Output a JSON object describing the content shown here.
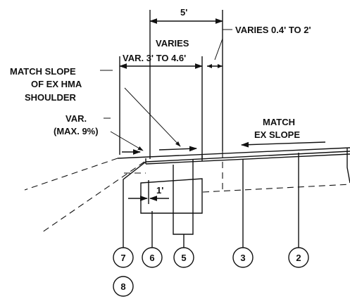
{
  "dimensions": {
    "top_width": "5'",
    "varies_label": "VARIES",
    "var_range": "VAR. 3' TO 4.6'",
    "edge_range": "VARIES 0.4' TO 2'",
    "offset": "1'"
  },
  "notes": {
    "match_slope": [
      "MATCH SLOPE",
      "OF EX HMA",
      "SHOULDER"
    ],
    "var_max": [
      "VAR.",
      "(MAX. 9%)"
    ],
    "match_ex_slope": [
      "MATCH",
      "EX SLOPE"
    ]
  },
  "callouts": [
    "7",
    "8",
    "6",
    "5",
    "3",
    "2"
  ]
}
